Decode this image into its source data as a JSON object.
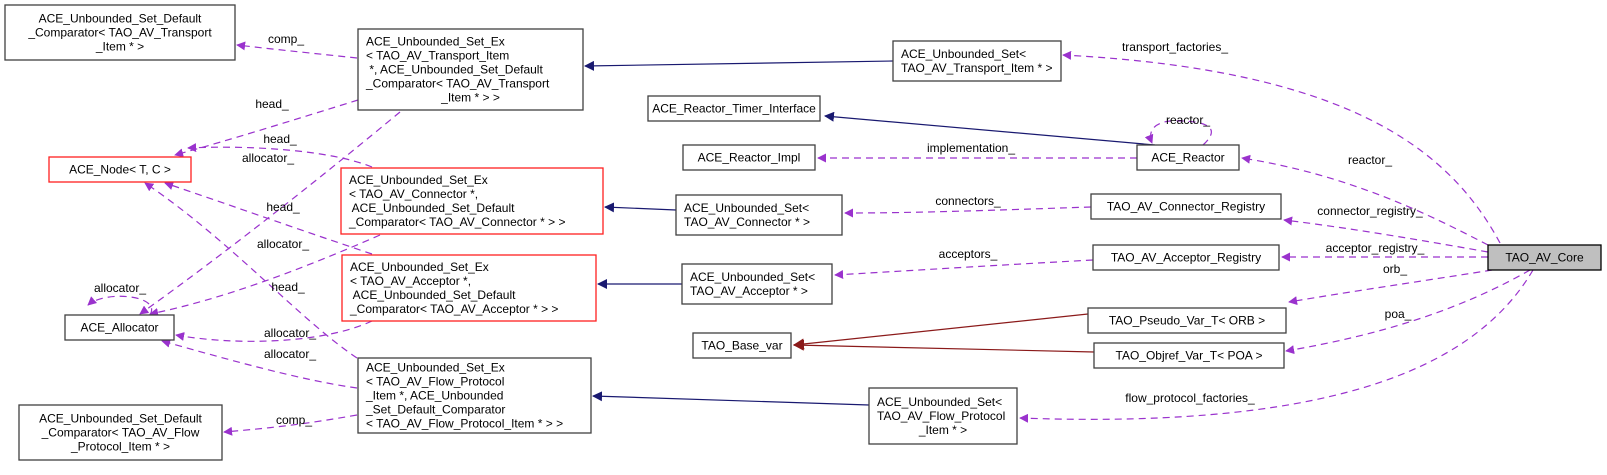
{
  "diagram": {
    "title": "Collaboration diagram for TAO_AV_Core",
    "colors": {
      "usage_edge": "#9a32cd",
      "inherit_edge": "#191970",
      "template_edge": "#8b1a1a",
      "incomplete_border": "#ff2020",
      "focus_fill": "#bfbfbf",
      "node_border": "#404040"
    },
    "nodes": [
      {
        "id": "cmp_transport",
        "lines": [
          "ACE_Unbounded_Set_Default",
          "_Comparator< TAO_AV_Transport",
          "_Item * >"
        ],
        "kind": "normal"
      },
      {
        "id": "setex_transport",
        "lines": [
          "ACE_Unbounded_Set_Ex",
          "< TAO_AV_Transport_Item",
          " *, ACE_Unbounded_Set_Default",
          "_Comparator< TAO_AV_Transport",
          "_Item * > >"
        ],
        "kind": "normal"
      },
      {
        "id": "set_transport",
        "lines": [
          "ACE_Unbounded_Set<",
          "TAO_AV_Transport_Item * >"
        ],
        "kind": "normal"
      },
      {
        "id": "node",
        "lines": [
          "ACE_Node< T, C >"
        ],
        "kind": "incomplete"
      },
      {
        "id": "timer_if",
        "lines": [
          "ACE_Reactor_Timer_Interface"
        ],
        "kind": "normal"
      },
      {
        "id": "reactor_impl",
        "lines": [
          "ACE_Reactor_Impl"
        ],
        "kind": "normal"
      },
      {
        "id": "reactor",
        "lines": [
          "ACE_Reactor"
        ],
        "kind": "normal"
      },
      {
        "id": "setex_connector",
        "lines": [
          "ACE_Unbounded_Set_Ex",
          "< TAO_AV_Connector *,",
          " ACE_Unbounded_Set_Default",
          "_Comparator< TAO_AV_Connector * > >"
        ],
        "kind": "incomplete"
      },
      {
        "id": "set_connector",
        "lines": [
          "ACE_Unbounded_Set<",
          "TAO_AV_Connector * >"
        ],
        "kind": "normal"
      },
      {
        "id": "connector_registry",
        "lines": [
          "TAO_AV_Connector_Registry"
        ],
        "kind": "normal"
      },
      {
        "id": "allocator",
        "lines": [
          "ACE_Allocator"
        ],
        "kind": "normal"
      },
      {
        "id": "setex_acceptor",
        "lines": [
          "ACE_Unbounded_Set_Ex",
          "< TAO_AV_Acceptor *,",
          " ACE_Unbounded_Set_Default",
          "_Comparator< TAO_AV_Acceptor * > >"
        ],
        "kind": "incomplete"
      },
      {
        "id": "set_acceptor",
        "lines": [
          "ACE_Unbounded_Set<",
          "TAO_AV_Acceptor * >"
        ],
        "kind": "normal"
      },
      {
        "id": "acceptor_registry",
        "lines": [
          "TAO_AV_Acceptor_Registry"
        ],
        "kind": "normal"
      },
      {
        "id": "core",
        "lines": [
          "TAO_AV_Core"
        ],
        "kind": "focus"
      },
      {
        "id": "pseudo_orb",
        "lines": [
          "TAO_Pseudo_Var_T< ORB >"
        ],
        "kind": "normal"
      },
      {
        "id": "base_var",
        "lines": [
          "TAO_Base_var"
        ],
        "kind": "normal"
      },
      {
        "id": "objref_poa",
        "lines": [
          "TAO_Objref_Var_T< POA >"
        ],
        "kind": "normal"
      },
      {
        "id": "setex_flow",
        "lines": [
          "ACE_Unbounded_Set_Ex",
          "< TAO_AV_Flow_Protocol",
          "_Item *, ACE_Unbounded",
          "_Set_Default_Comparator",
          "< TAO_AV_Flow_Protocol_Item * > >"
        ],
        "kind": "normal"
      },
      {
        "id": "set_flow",
        "lines": [
          "ACE_Unbounded_Set<",
          "TAO_AV_Flow_Protocol",
          "_Item * >"
        ],
        "kind": "normal"
      },
      {
        "id": "cmp_flow",
        "lines": [
          "ACE_Unbounded_Set_Default",
          "_Comparator< TAO_AV_Flow",
          "_Protocol_Item * >"
        ],
        "kind": "normal"
      }
    ],
    "edges": [
      {
        "id": "e_comp_t",
        "from": "setex_transport",
        "to": "cmp_transport",
        "type": "usage",
        "label": "comp_"
      },
      {
        "id": "e_head_t",
        "from": "setex_transport",
        "to": "node",
        "type": "usage",
        "label": "head_"
      },
      {
        "id": "e_alloc_t",
        "from": "setex_transport",
        "to": "allocator",
        "type": "usage",
        "label": "allocator_"
      },
      {
        "id": "e_inh_set_t",
        "from": "set_transport",
        "to": "setex_transport",
        "type": "inherit",
        "label": ""
      },
      {
        "id": "e_transport_factories",
        "from": "core",
        "to": "set_transport",
        "type": "usage",
        "label": "transport_factories_"
      },
      {
        "id": "e_head_c",
        "from": "setex_connector",
        "to": "node",
        "type": "usage",
        "label": "head_"
      },
      {
        "id": "e_alloc_c",
        "from": "setex_connector",
        "to": "allocator",
        "type": "usage",
        "label": "allocator_"
      },
      {
        "id": "e_head_a",
        "from": "setex_acceptor",
        "to": "node",
        "type": "usage",
        "label": "head_"
      },
      {
        "id": "e_alloc_a",
        "from": "setex_acceptor",
        "to": "allocator",
        "type": "usage",
        "label": "allocator_"
      },
      {
        "id": "e_head_f",
        "from": "setex_flow",
        "to": "node",
        "type": "usage",
        "label": "head_"
      },
      {
        "id": "e_alloc_f",
        "from": "setex_flow",
        "to": "allocator",
        "type": "usage",
        "label": "allocator_"
      },
      {
        "id": "e_alloc_self",
        "from": "allocator",
        "to": "allocator",
        "type": "usage",
        "label": "allocator_"
      },
      {
        "id": "e_inh_reactor",
        "from": "reactor",
        "to": "timer_if",
        "type": "inherit",
        "label": ""
      },
      {
        "id": "e_implementation",
        "from": "reactor",
        "to": "reactor_impl",
        "type": "usage",
        "label": "implementation_"
      },
      {
        "id": "e_reactor_self",
        "from": "reactor",
        "to": "reactor",
        "type": "usage",
        "label": "reactor_"
      },
      {
        "id": "e_reactor",
        "from": "core",
        "to": "reactor",
        "type": "usage",
        "label": "reactor_"
      },
      {
        "id": "e_inh_set_c",
        "from": "set_connector",
        "to": "setex_connector",
        "type": "inherit",
        "label": ""
      },
      {
        "id": "e_connectors",
        "from": "connector_registry",
        "to": "set_connector",
        "type": "usage",
        "label": "connectors_"
      },
      {
        "id": "e_connector_registry",
        "from": "core",
        "to": "connector_registry",
        "type": "usage",
        "label": "connector_registry_"
      },
      {
        "id": "e_inh_set_a",
        "from": "set_acceptor",
        "to": "setex_acceptor",
        "type": "inherit",
        "label": ""
      },
      {
        "id": "e_acceptors",
        "from": "acceptor_registry",
        "to": "set_acceptor",
        "type": "usage",
        "label": "acceptors_"
      },
      {
        "id": "e_acceptor_registry",
        "from": "core",
        "to": "acceptor_registry",
        "type": "usage",
        "label": "acceptor_registry_"
      },
      {
        "id": "e_orb",
        "from": "core",
        "to": "pseudo_orb",
        "type": "usage",
        "label": "orb_"
      },
      {
        "id": "e_poa",
        "from": "core",
        "to": "objref_poa",
        "type": "usage",
        "label": "poa_"
      },
      {
        "id": "e_tmpl_orb",
        "from": "pseudo_orb",
        "to": "base_var",
        "type": "template",
        "label": ""
      },
      {
        "id": "e_tmpl_poa",
        "from": "objref_poa",
        "to": "base_var",
        "type": "template",
        "label": ""
      },
      {
        "id": "e_inh_set_f",
        "from": "set_flow",
        "to": "setex_flow",
        "type": "inherit",
        "label": ""
      },
      {
        "id": "e_flow_protocol_factories",
        "from": "core",
        "to": "set_flow",
        "type": "usage",
        "label": "flow_protocol_factories_"
      },
      {
        "id": "e_comp_f",
        "from": "setex_flow",
        "to": "cmp_flow",
        "type": "usage",
        "label": "comp_"
      }
    ]
  }
}
